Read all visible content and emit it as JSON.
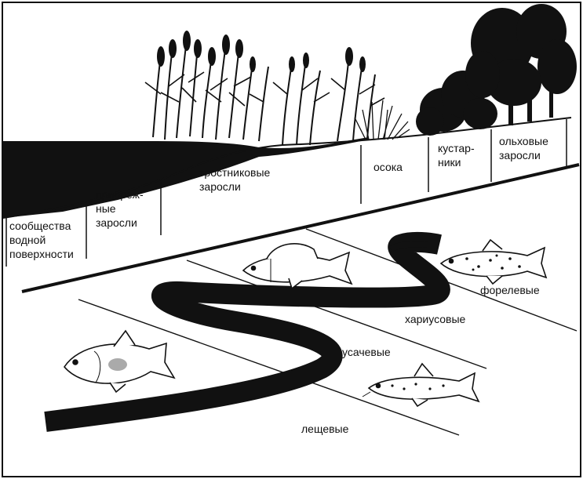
{
  "zones": [
    {
      "id": "surface",
      "lines": [
        "сообщества",
        "водной",
        "поверхности"
      ]
    },
    {
      "id": "coastal",
      "lines": [
        "прибреж-",
        "ные",
        "заросли"
      ]
    },
    {
      "id": "reed",
      "lines": [
        "тростниковые",
        "заросли"
      ]
    },
    {
      "id": "sedge",
      "lines": [
        "осока"
      ]
    },
    {
      "id": "shrubs",
      "lines": [
        "кустар-",
        "ники"
      ]
    },
    {
      "id": "alder",
      "lines": [
        "ольховые",
        "заросли"
      ]
    }
  ],
  "fish_zones": {
    "trout": "форелевые",
    "grayling": "хариусовые",
    "barbel": "усачевые",
    "bream": "лещевые"
  },
  "colors": {
    "ink": "#111111",
    "paper": "#ffffff"
  }
}
